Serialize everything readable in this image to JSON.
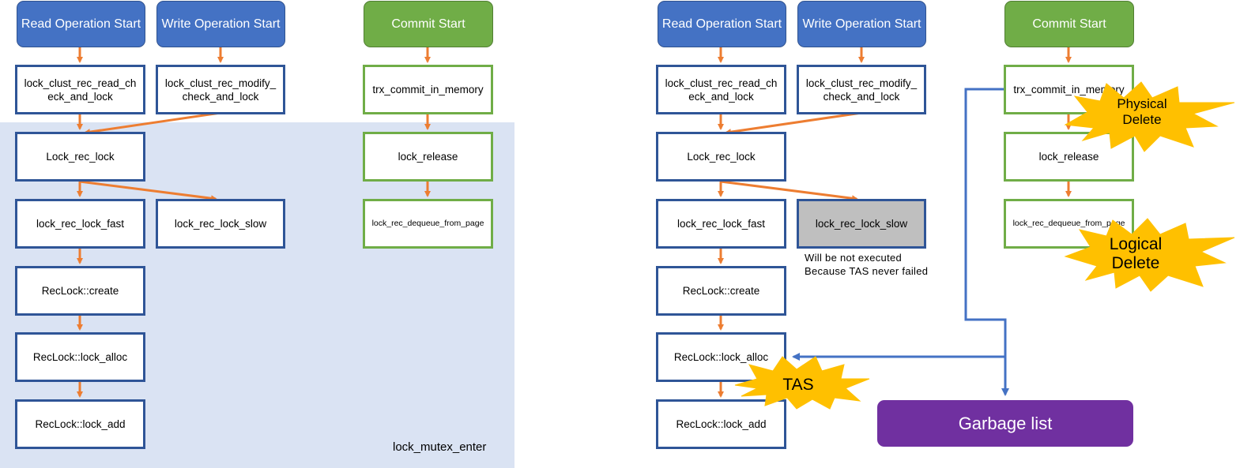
{
  "left": {
    "read_start": "Read Operation Start",
    "write_start": "Write Operation Start",
    "commit_start": "Commit Start",
    "read_check": "lock_clust_rec_read_ch eck_and_lock",
    "modify_check": "lock_clust_rec_modify_ check_and_lock",
    "commit_mem": "trx_commit_in_memory",
    "rec_lock": "Lock_rec_lock",
    "release": "lock_release",
    "fast": "lock_rec_lock_fast",
    "slow": "lock_rec_lock_slow",
    "dequeue": "lock_rec_dequeue_from_page",
    "create": "RecLock::create",
    "alloc": "RecLock::lock_alloc",
    "add": "RecLock::lock_add",
    "mutex_label": "lock_mutex_enter"
  },
  "right": {
    "read_start": "Read Operation Start",
    "write_start": "Write Operation Start",
    "commit_start": "Commit Start",
    "read_check": "lock_clust_rec_read_ch eck_and_lock",
    "modify_check": "lock_clust_rec_modify_ check_and_lock",
    "commit_mem": "trx_commit_in_memory",
    "rec_lock": "Lock_rec_lock",
    "release": "lock_release",
    "fast": "lock_rec_lock_fast",
    "slow": "lock_rec_lock_slow",
    "dequeue": "lock_rec_dequeue_from_page",
    "create": "RecLock::create",
    "alloc": "RecLock::lock_alloc",
    "add": "RecLock::lock_add",
    "note_line1": "Will be not executed",
    "note_line2": "Because TAS never failed",
    "garbage": "Garbage list",
    "burst_physical_1": "Physical",
    "burst_physical_2": "Delete",
    "burst_logical_1": "Logical",
    "burst_logical_2": "Delete",
    "burst_tas": "TAS"
  },
  "colors": {
    "func_border": "#2f5597",
    "commit_border": "#70ad47",
    "start_fill": "#4472c4",
    "commit_fill": "#70ad47",
    "arrow": "#ed7d31",
    "gc_line": "#4472c4",
    "garbage_fill": "#7030a0",
    "burst_fill": "#ffc000",
    "region_fill": "#dae3f3",
    "slow_fill": "#bfbfbf"
  }
}
